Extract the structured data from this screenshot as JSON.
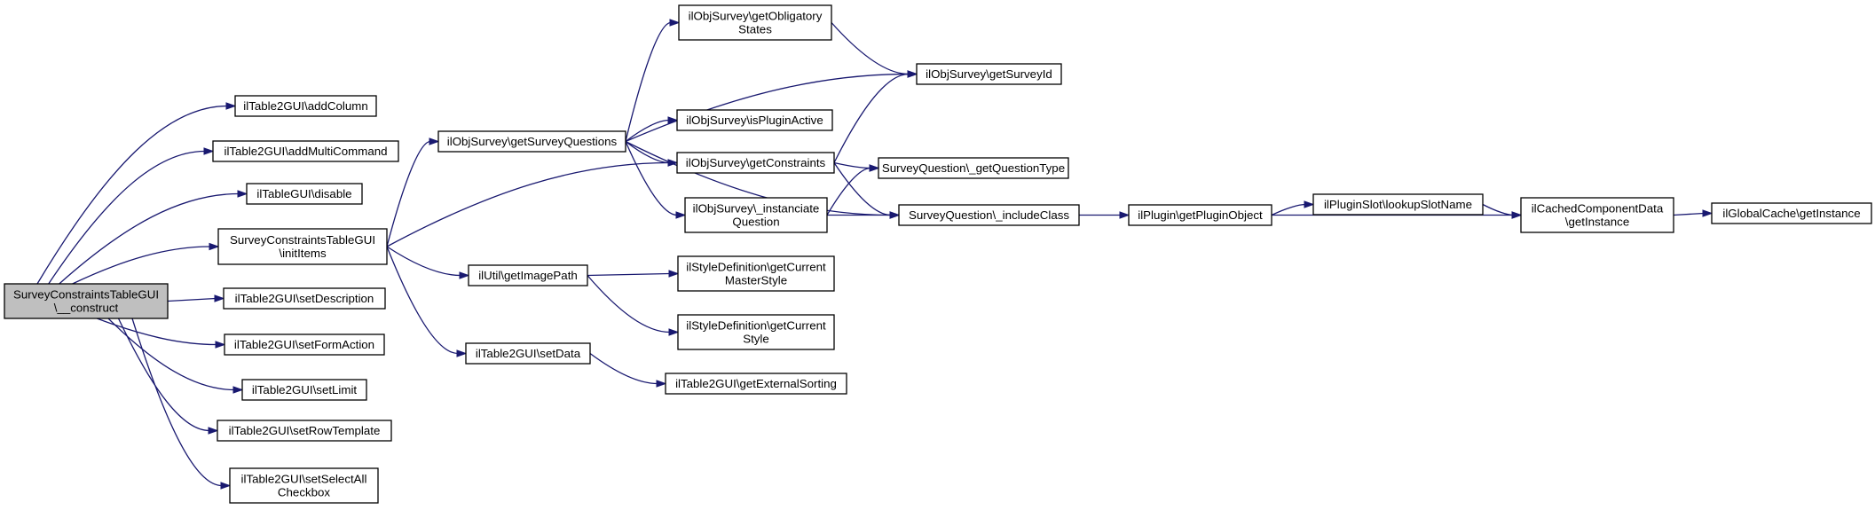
{
  "nodes": {
    "root": {
      "lines": [
        "SurveyConstraintsTableGUI",
        "\\__construct"
      ],
      "root": true
    },
    "addColumn": {
      "lines": [
        "ilTable2GUI\\addColumn"
      ]
    },
    "addMulti": {
      "lines": [
        "ilTable2GUI\\addMultiCommand"
      ]
    },
    "disable": {
      "lines": [
        "ilTableGUI\\disable"
      ]
    },
    "initItems": {
      "lines": [
        "SurveyConstraintsTableGUI",
        "\\initItems"
      ]
    },
    "setDescription": {
      "lines": [
        "ilTable2GUI\\setDescription"
      ]
    },
    "setFormAction": {
      "lines": [
        "ilTable2GUI\\setFormAction"
      ]
    },
    "setLimit": {
      "lines": [
        "ilTable2GUI\\setLimit"
      ]
    },
    "setRowTemplate": {
      "lines": [
        "ilTable2GUI\\setRowTemplate"
      ]
    },
    "setSelectAll": {
      "lines": [
        "ilTable2GUI\\setSelectAll",
        "Checkbox"
      ]
    },
    "getSurveyQuestions": {
      "lines": [
        "ilObjSurvey\\getSurveyQuestions"
      ]
    },
    "getImagePath": {
      "lines": [
        "ilUtil\\getImagePath"
      ]
    },
    "setData": {
      "lines": [
        "ilTable2GUI\\setData"
      ]
    },
    "getObligatory": {
      "lines": [
        "ilObjSurvey\\getObligatory",
        "States"
      ]
    },
    "isPluginActive": {
      "lines": [
        "ilObjSurvey\\isPluginActive"
      ]
    },
    "getConstraints": {
      "lines": [
        "ilObjSurvey\\getConstraints"
      ]
    },
    "instanciate": {
      "lines": [
        "ilObjSurvey\\_instanciate",
        "Question"
      ]
    },
    "masterStyle": {
      "lines": [
        "ilStyleDefinition\\getCurrent",
        "MasterStyle"
      ]
    },
    "currentStyle": {
      "lines": [
        "ilStyleDefinition\\getCurrent",
        "Style"
      ]
    },
    "extSorting": {
      "lines": [
        "ilTable2GUI\\getExternalSorting"
      ]
    },
    "getSurveyId": {
      "lines": [
        "ilObjSurvey\\getSurveyId"
      ]
    },
    "getQuestionType": {
      "lines": [
        "SurveyQuestion\\_getQuestionType"
      ]
    },
    "includeClass": {
      "lines": [
        "SurveyQuestion\\_includeClass"
      ]
    },
    "getPluginObject": {
      "lines": [
        "ilPlugin\\getPluginObject"
      ]
    },
    "lookupSlotName": {
      "lines": [
        "ilPluginSlot\\lookupSlotName"
      ]
    },
    "cachedInstance": {
      "lines": [
        "ilCachedComponentData",
        "\\getInstance"
      ]
    },
    "globalCache": {
      "lines": [
        "ilGlobalCache\\getInstance"
      ]
    }
  },
  "edges": [
    [
      "root",
      "addColumn"
    ],
    [
      "root",
      "addMulti"
    ],
    [
      "root",
      "disable"
    ],
    [
      "root",
      "initItems"
    ],
    [
      "root",
      "setDescription"
    ],
    [
      "root",
      "setFormAction"
    ],
    [
      "root",
      "setLimit"
    ],
    [
      "root",
      "setRowTemplate"
    ],
    [
      "root",
      "setSelectAll"
    ],
    [
      "initItems",
      "getSurveyQuestions"
    ],
    [
      "initItems",
      "getConstraints"
    ],
    [
      "initItems",
      "getImagePath"
    ],
    [
      "initItems",
      "setData"
    ],
    [
      "getSurveyQuestions",
      "getObligatory"
    ],
    [
      "getSurveyQuestions",
      "getSurveyId"
    ],
    [
      "getSurveyQuestions",
      "isPluginActive"
    ],
    [
      "getSurveyQuestions",
      "getConstraints"
    ],
    [
      "getSurveyQuestions",
      "instanciate"
    ],
    [
      "getSurveyQuestions",
      "includeClass"
    ],
    [
      "getObligatory",
      "getSurveyId"
    ],
    [
      "getConstraints",
      "getSurveyId"
    ],
    [
      "getConstraints",
      "getQuestionType"
    ],
    [
      "getConstraints",
      "includeClass"
    ],
    [
      "instanciate",
      "getQuestionType"
    ],
    [
      "instanciate",
      "includeClass"
    ],
    [
      "getImagePath",
      "masterStyle"
    ],
    [
      "getImagePath",
      "currentStyle"
    ],
    [
      "setData",
      "extSorting"
    ],
    [
      "includeClass",
      "getPluginObject"
    ],
    [
      "getPluginObject",
      "cachedInstance"
    ],
    [
      "getPluginObject",
      "lookupSlotName"
    ],
    [
      "lookupSlotName",
      "cachedInstance"
    ],
    [
      "cachedInstance",
      "globalCache"
    ]
  ]
}
